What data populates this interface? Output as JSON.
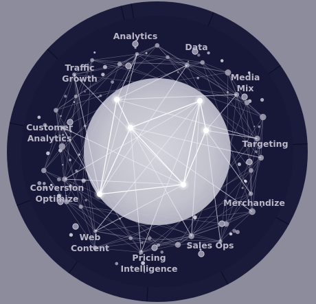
{
  "segments": [
    {
      "lines": [
        "Analytics"
      ]
    },
    {
      "lines": [
        "Data"
      ]
    },
    {
      "lines": [
        "Media",
        "Mix"
      ]
    },
    {
      "lines": [
        "Targeting"
      ]
    },
    {
      "lines": [
        "Merchandize"
      ]
    },
    {
      "lines": [
        "Sales Ops"
      ]
    },
    {
      "lines": [
        "Pricing",
        "Intelligence"
      ]
    },
    {
      "lines": [
        "Web",
        "Content"
      ]
    },
    {
      "lines": [
        "Conversion",
        "Optimize"
      ]
    },
    {
      "lines": [
        "Customer",
        "Analytics"
      ]
    },
    {
      "lines": [
        "Traffic",
        "Growth"
      ]
    }
  ],
  "colors": {
    "background": "#8d8c9c",
    "ring": "#1a1b3b",
    "inner": "#171837",
    "glow": "#d6d6de",
    "network": "#e9e7f2",
    "labels": "#b9b7c7"
  }
}
